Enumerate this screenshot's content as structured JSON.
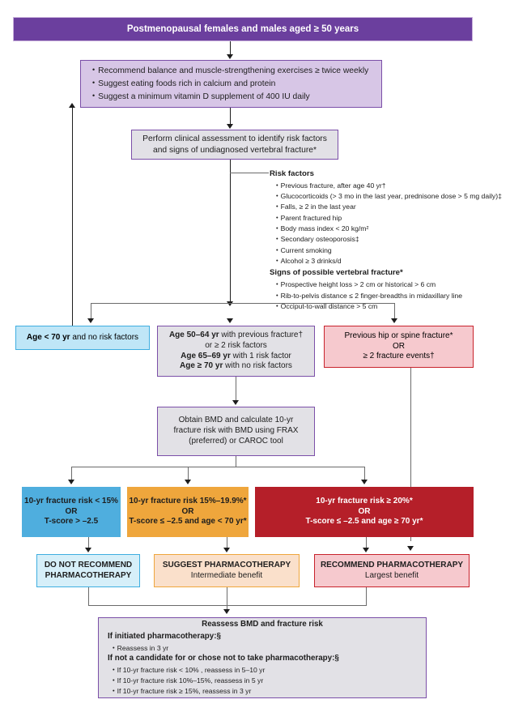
{
  "title_bar": {
    "text": "Postmenopausal females and males aged ≥ 50 years"
  },
  "lifestyle": {
    "items": [
      "Recommend  balance and muscle-strengthening exercises ≥ twice weekly",
      "Suggest eating foods rich in calcium and protein",
      "Suggest a minimum vitamin D supplement of 400 IU daily"
    ]
  },
  "assessment": {
    "line1": "Perform clinical assessment to identify risk factors",
    "line2": "and signs of undiagnosed vertebral fracture*"
  },
  "risk_panel": {
    "risk_heading": "Risk factors",
    "risk_items": [
      "Previous fracture, after age 40 yr†",
      "Glucocorticoids (> 3 mo in the last year, prednisone dose > 5 mg daily)‡",
      "Falls, ≥ 2 in the last year",
      "Parent fractured hip",
      "Body mass index < 20 kg/m²",
      "Secondary osteoporosis‡",
      "Current smoking",
      "Alcohol ≥ 3 drinks/d"
    ],
    "signs_heading": "Signs of possible vertebral fracture*",
    "signs_items": [
      "Prospective height loss > 2 cm or historical > 6 cm",
      "Rib-to-pelvis distance ≤ 2 finger-breadths in midaxillary line",
      "Occiput-to-wall distance > 5 cm"
    ]
  },
  "age_lt70": {
    "bold": "Age < 70 yr",
    "rest": " and no risk factors"
  },
  "criteria": {
    "l1_bold": "Age 50–64 yr",
    "l1_rest": " with previous fracture†",
    "l2": "or ≥ 2 risk  factors",
    "l3_bold": "Age 65–69 yr",
    "l3_rest": " with 1 risk factor",
    "l4_bold": "Age ≥ 70 yr",
    "l4_rest": " with no risk factors"
  },
  "fracture": {
    "l1": "Previous hip or spine fracture*",
    "l2": "OR",
    "l3": "≥ 2 fracture events†"
  },
  "bmd": {
    "l1": "Obtain BMD and calculate 10-yr",
    "l2": "fracture risk with BMD using FRAX",
    "l3": "(preferred) or CAROC tool"
  },
  "bands": [
    {
      "name": "low",
      "l1": "10-yr fracture risk < 15%",
      "l2": "OR",
      "l3": "T-score > –2.5",
      "color": "#4FAEDE"
    },
    {
      "name": "mid",
      "l1": "10-yr fracture risk 15%–19.9%*",
      "l2": "OR",
      "l3": "T-score ≤ –2.5 and age < 70 yr*",
      "color": "#EFA63C"
    },
    {
      "name": "high",
      "l1": "10-yr fracture risk ≥ 20%*",
      "l2": "OR",
      "l3": "T-score ≤ –2.5 and age ≥ 70 yr*",
      "color": "#B51F29"
    }
  ],
  "recommendations": [
    {
      "name": "none",
      "l1": "DO NOT RECOMMEND",
      "l2": "PHARMACOTHERAPY",
      "border": "#3FAEE0",
      "fill": "#D6EFF9"
    },
    {
      "name": "suggest",
      "l1": "SUGGEST PHARMACOTHERAPY",
      "l2": "Intermediate benefit",
      "border": "#EFA63C",
      "fill": "#FAE0CB"
    },
    {
      "name": "recommend",
      "l1": "RECOMMEND PHARMACOTHERAPY",
      "l2": "Largest benefit",
      "border": "#C8232C",
      "fill": "#F6C9CE"
    }
  ],
  "reassess": {
    "title": "Reassess BMD and fracture risk",
    "head1": "If initiated pharmacotherapy:§",
    "items1": [
      "Reassess in 3 yr"
    ],
    "head2": "If not a candidate for or chose not to take pharmacotherapy:§",
    "items2": [
      "If 10-yr  fracture risk < 10% , reassess in 5–10 yr",
      "If 10-yr fracture risk 10%–15%, reassess in 5 yr",
      "If  10-yr fracture risk ≥ 15%,  reassess in 3 yr"
    ]
  },
  "colors": {
    "purple": "#6B3F9E",
    "purple_border": "#7B4FA8",
    "grey_fill": "#E2E1E6",
    "lavender": "#D7C6E6",
    "blue": "#4FAEDE",
    "orange": "#EFA63C",
    "red": "#B51F29",
    "pink": "#F6C9CE"
  }
}
